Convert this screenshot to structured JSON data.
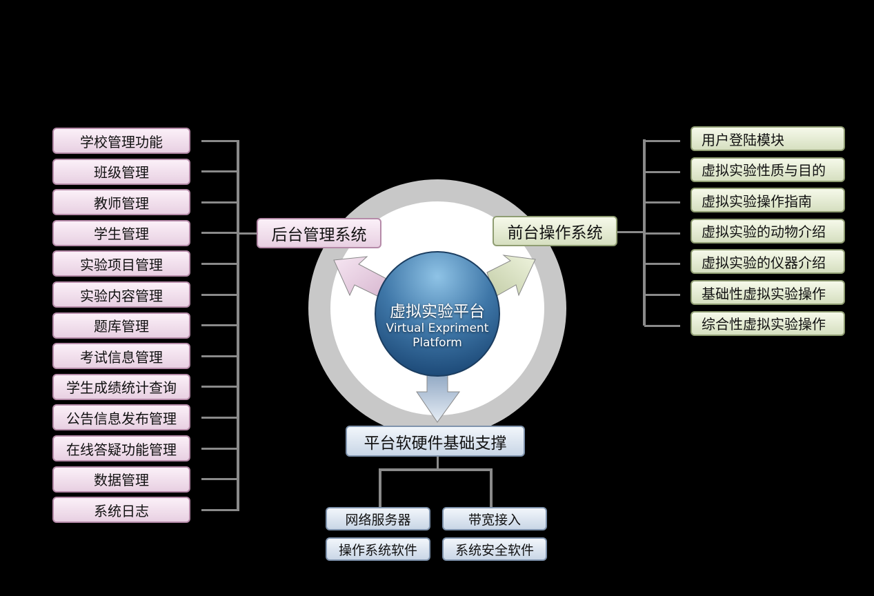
{
  "center": {
    "title_zh": "虚拟实验平台",
    "title_en_1": "Virtual Expriment",
    "title_en_2": "Platform"
  },
  "backend": {
    "label": "后台管理系统",
    "items": [
      "学校管理功能",
      "班级管理",
      "教师管理",
      "学生管理",
      "实验项目管理",
      "实验内容管理",
      "题库管理",
      "考试信息管理",
      "学生成绩统计查询",
      "公告信息发布管理",
      "在线答疑功能管理",
      "数据管理",
      "系统日志"
    ]
  },
  "frontend": {
    "label": "前台操作系统",
    "items": [
      "用户登陆模块",
      "虚拟实验性质与目的",
      "虚拟实验操作指南",
      "虚拟实验的动物介绍",
      "虚拟实验的仪器介绍",
      "基础性虚拟实验操作",
      "综合性虚拟实验操作"
    ]
  },
  "infrastructure": {
    "label": "平台软硬件基础支撑",
    "items": [
      "网络服务器",
      "带宽接入",
      "操作系统软件",
      "系统安全软件"
    ]
  },
  "colors": {
    "pink": "#e8d0e2",
    "green": "#d6dfc0",
    "blue_box": "#c9d6e6",
    "ball": "#3c6f9e",
    "ring": "#c8c8c8"
  }
}
